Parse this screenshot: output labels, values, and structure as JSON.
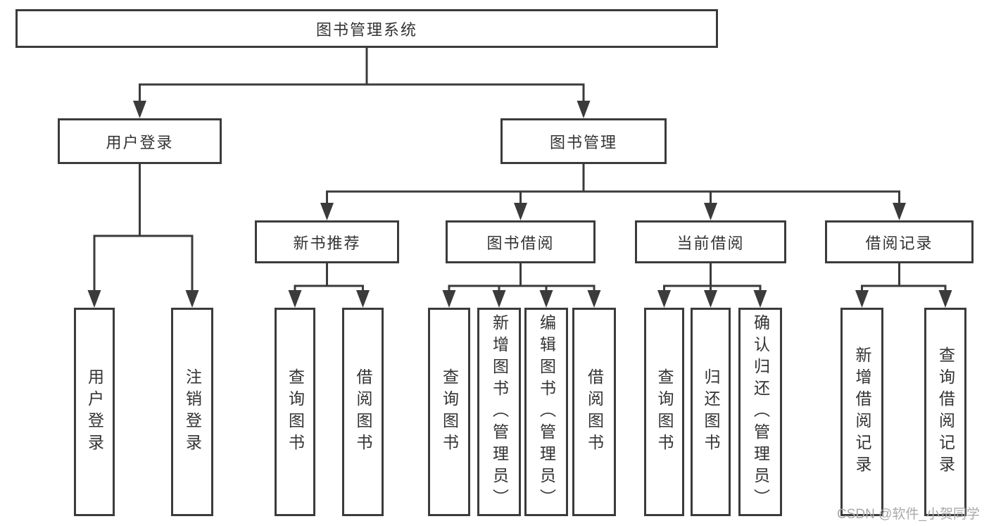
{
  "diagram": {
    "type": "hierarchy",
    "root": {
      "label": "图书管理系统"
    },
    "level2": [
      {
        "label": "用户登录"
      },
      {
        "label": "图书管理"
      }
    ],
    "level3": [
      {
        "label": "新书推荐",
        "parent": "图书管理"
      },
      {
        "label": "图书借阅",
        "parent": "图书管理"
      },
      {
        "label": "当前借阅",
        "parent": "图书管理"
      },
      {
        "label": "借阅记录",
        "parent": "图书管理"
      }
    ],
    "leaves": [
      {
        "label": "用户登录",
        "parent": "用户登录"
      },
      {
        "label": "注销登录",
        "parent": "用户登录"
      },
      {
        "label": "查询图书",
        "parent": "新书推荐"
      },
      {
        "label": "借阅图书",
        "parent": "新书推荐"
      },
      {
        "label": "查询图书",
        "parent": "图书借阅"
      },
      {
        "label": "新增图书（管理员）",
        "parent": "图书借阅"
      },
      {
        "label": "编辑图书（管理员）",
        "parent": "图书借阅"
      },
      {
        "label": "借阅图书",
        "parent": "图书借阅"
      },
      {
        "label": "查询图书",
        "parent": "当前借阅"
      },
      {
        "label": "归还图书",
        "parent": "当前借阅"
      },
      {
        "label": "确认归还（管理员）",
        "parent": "当前借阅"
      },
      {
        "label": "新增借阅记录",
        "parent": "借阅记录"
      },
      {
        "label": "查询借阅记录",
        "parent": "借阅记录"
      }
    ]
  },
  "watermark": "CSDN @软件_小贺同学",
  "colors": {
    "line": "#3b3b3b",
    "text": "#333333",
    "box_fill": "#ffffff",
    "watermark": "#a9a9a9"
  }
}
